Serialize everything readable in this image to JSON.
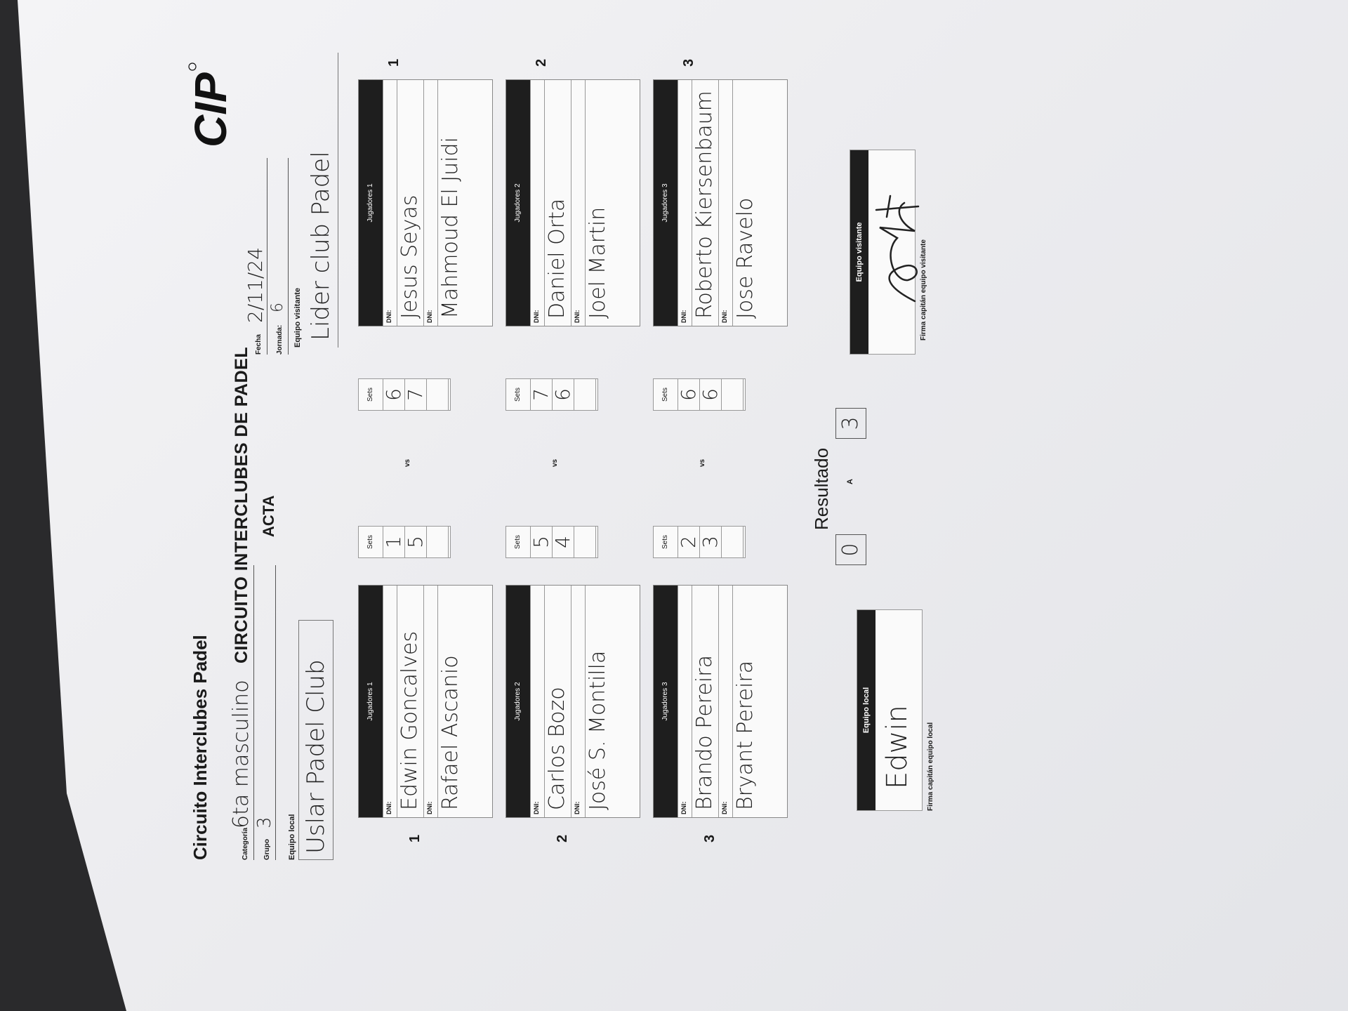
{
  "header": {
    "org_title": "Circuito Interclubes Padel",
    "logo_text": "CIP",
    "main_title": "CIRCUITO INTERCLUBES DE PADEL",
    "subtitle": "ACTA"
  },
  "fields": {
    "categoria_label": "Categoría",
    "categoria_value": "6ta masculino",
    "grupo_label": "Grupo",
    "grupo_value": "3",
    "fecha_label": "Fecha",
    "fecha_value": "2/11/24",
    "jornada_label": "Jornada:",
    "jornada_value": "6",
    "local_label": "Equipo local",
    "local_value": "Uslar Padel Club",
    "visit_label": "Equipo visitante",
    "visit_value": "Lider club Padel"
  },
  "labels": {
    "dni": "DNI:",
    "sets": "Sets",
    "vs": "vs"
  },
  "matches": [
    {
      "number": "1",
      "local_header": "Jugadores 1",
      "local_players": [
        "Edwin Goncalves",
        "Rafael Ascanio"
      ],
      "local_sets": [
        "1",
        "5",
        ""
      ],
      "visit_sets": [
        "6",
        "7",
        ""
      ],
      "visit_header": "Jugadores 1",
      "visit_players": [
        "Jesus Seyas",
        "Mahmoud El Juidi"
      ]
    },
    {
      "number": "2",
      "local_header": "Jugadores 2",
      "local_players": [
        "Carlos Bozo",
        "José S. Montilla"
      ],
      "local_sets": [
        "5",
        "4",
        ""
      ],
      "visit_sets": [
        "7",
        "6",
        ""
      ],
      "visit_header": "Jugadores 2",
      "visit_players": [
        "Daniel Orta",
        "Joel Martin"
      ]
    },
    {
      "number": "3",
      "local_header": "Jugadores 3",
      "local_players": [
        "Brando Pereira",
        "Bryant Pereira"
      ],
      "local_sets": [
        "2",
        "3",
        ""
      ],
      "visit_sets": [
        "6",
        "6",
        ""
      ],
      "visit_header": "Jugadores 3",
      "visit_players": [
        "Roberto Kiersenbaum",
        "Jose Ravelo"
      ]
    }
  ],
  "resultado": {
    "title": "Resultado",
    "local": "0",
    "separator": "A",
    "visit": "3"
  },
  "captains": {
    "local_head": "Equipo local",
    "local_signature": "Edwin",
    "local_label": "Firma capitán equipo local",
    "visit_head": "Equipo visitante",
    "visit_label": "Firma capitán equipo visitante"
  }
}
